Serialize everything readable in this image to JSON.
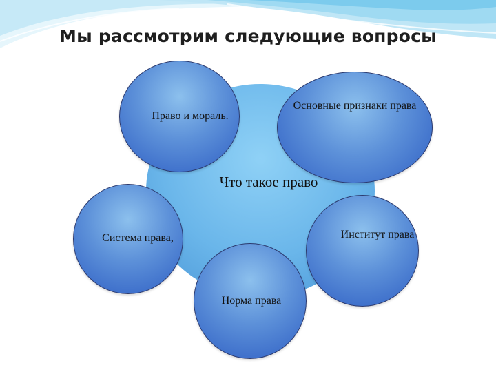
{
  "title": "Мы рассмотрим следующие вопросы",
  "colors": {
    "center_fill": "#6ab6ea",
    "satellite_fill": "#5d91d9",
    "satellite_border": "#2c3a6e",
    "wave_light": "#d7f0fa",
    "wave_mid": "#8fd3ee"
  },
  "diagram": {
    "center": "Что такое право",
    "satellites": {
      "moral": "Право и мораль.",
      "signs": "Основные признаки права",
      "system": "Система права,",
      "institute": "Институт права",
      "norm": "Норма права"
    }
  }
}
